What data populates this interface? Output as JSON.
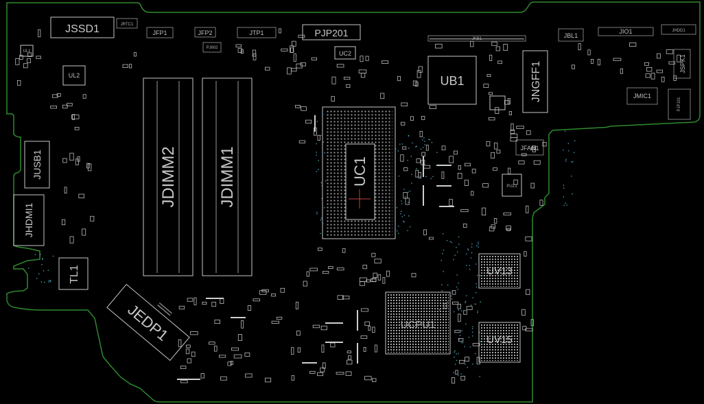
{
  "board": {
    "outline_color": "#2f8a2f",
    "silk_color": "#c8c8c8",
    "via_color": "#4aa0b8",
    "background": "#000000"
  },
  "labels": {
    "jssd1": "JSSD1",
    "jrtc1": "JRTC1",
    "jfp1": "JFP1",
    "jfp2": "JFP2",
    "pj602": "PJ602",
    "jtp1": "JTP1",
    "pjp201": "PJP201",
    "uc2": "UC2",
    "jkb1": "JKB1",
    "jbl1": "JBL1",
    "jio1": "JIO1",
    "jhdd1": "JHDD1",
    "ub1": "UB1",
    "jngff1": "JNGFF1",
    "jspk1": "JSPK1",
    "jmic1": "JMIC1",
    "pjp101": "PJP101",
    "ul1": "UL1",
    "ul2": "UL2",
    "jusb1": "JUSB1",
    "jhdmi1": "JHDMI1",
    "jdimm2": "JDIMM2",
    "jdimm1": "JDIMM1",
    "uc1": "UC1",
    "jfan1": "JFAN1",
    "puz1": "PUZ1",
    "tl1": "TL1",
    "jedp1": "JEDP1",
    "ucpu1": "UCPU1",
    "uv13": "UV13",
    "uv15": "UV15"
  }
}
